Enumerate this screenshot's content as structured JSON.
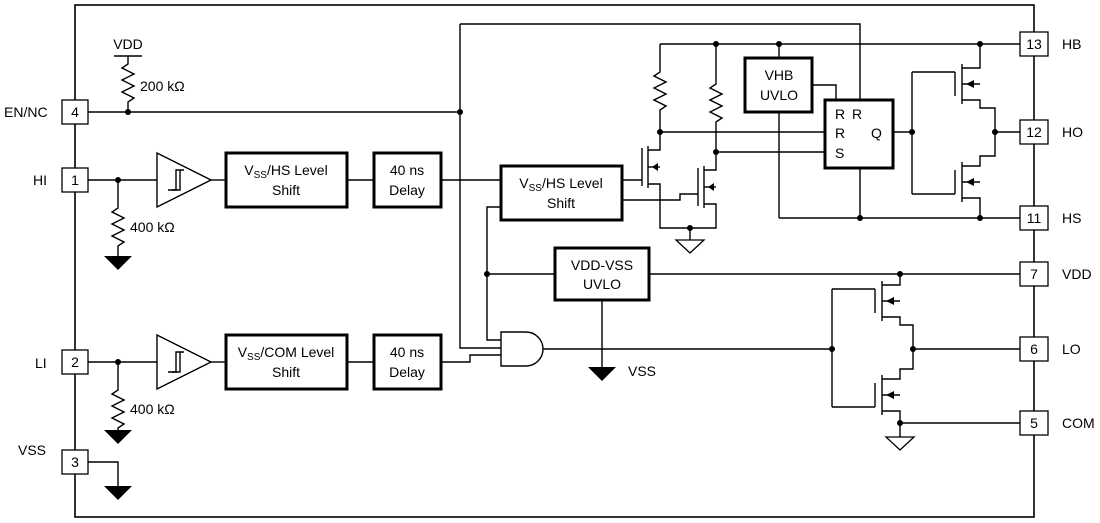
{
  "pins": {
    "en_nc": {
      "num": "4",
      "name": "EN/NC"
    },
    "hi": {
      "num": "1",
      "name": "HI"
    },
    "li": {
      "num": "2",
      "name": "LI"
    },
    "vss": {
      "num": "3",
      "name": "VSS"
    },
    "hb": {
      "num": "13",
      "name": "HB"
    },
    "ho": {
      "num": "12",
      "name": "HO"
    },
    "hs": {
      "num": "11",
      "name": "HS"
    },
    "vdd": {
      "num": "7",
      "name": "VDD"
    },
    "lo": {
      "num": "6",
      "name": "LO"
    },
    "com": {
      "num": "5",
      "name": "COM"
    }
  },
  "labels": {
    "vdd_supply": "VDD",
    "r_pullup": "200 kΩ",
    "r_hi": "400 kΩ",
    "r_li": "400 kΩ",
    "vss_ground": "VSS"
  },
  "blocks": {
    "level_shift_hi": {
      "sub_pre": "V",
      "sub": "SS",
      "text": "/HS Level",
      "line2": "Shift"
    },
    "level_shift_li": {
      "sub_pre": "V",
      "sub": "SS",
      "text": "/COM Level",
      "line2": "Shift"
    },
    "level_shift_mid": {
      "sub_pre": "V",
      "sub": "SS",
      "text": "/HS Level",
      "line2": "Shift"
    },
    "delay_hi": {
      "line1": "40 ns",
      "line2": "Delay"
    },
    "delay_li": {
      "line1": "40 ns",
      "line2": "Delay"
    },
    "vhb_uvlo": {
      "line1": "VHB",
      "line2": "UVLO"
    },
    "vdd_vss_uvlo": {
      "line1": "VDD-VSS",
      "line2": "UVLO"
    },
    "latch": {
      "r1": "R",
      "r2": "R",
      "r3": "R",
      "s": "S",
      "q": "Q"
    }
  }
}
